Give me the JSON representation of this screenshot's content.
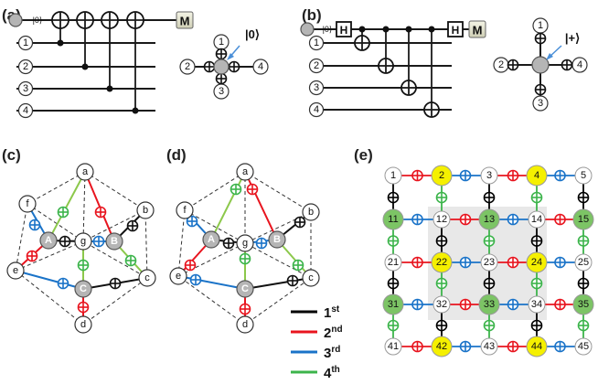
{
  "panels": {
    "a": "(a)",
    "b": "(b)",
    "c": "(c)",
    "d": "(d)",
    "e": "(e)"
  },
  "circuit_a": {
    "ancilla_label": "|0⟩",
    "qubits": [
      "1",
      "2",
      "3",
      "4"
    ],
    "measure_label": "M",
    "state_label": "|0⟩"
  },
  "circuit_b": {
    "ancilla_label": "|0⟩",
    "hadamard_label": "H",
    "qubits": [
      "1",
      "2",
      "3",
      "4"
    ],
    "measure_label": "M",
    "state_label": "|+⟩"
  },
  "cube_c": {
    "vertices": [
      "a",
      "b",
      "c",
      "d",
      "e",
      "f",
      "g"
    ],
    "ancillas": [
      "A",
      "B",
      "C"
    ]
  },
  "cube_d": {
    "vertices": [
      "a",
      "b",
      "c",
      "d",
      "e",
      "f",
      "g"
    ],
    "ancillas": [
      "A",
      "B",
      "C"
    ]
  },
  "legend": [
    {
      "num": "1",
      "sup": "st",
      "color": "#000000"
    },
    {
      "num": "2",
      "sup": "nd",
      "color": "#e8141e"
    },
    {
      "num": "3",
      "sup": "rd",
      "color": "#1a73c8"
    },
    {
      "num": "4",
      "sup": "th",
      "color": "#3cb44b"
    }
  ],
  "lattice": {
    "rows": [
      [
        "1",
        "2",
        "3",
        "4",
        "5"
      ],
      [
        "11",
        "12",
        "13",
        "14",
        "15"
      ],
      [
        "21",
        "22",
        "23",
        "24",
        "25"
      ],
      [
        "31",
        "32",
        "33",
        "34",
        "35"
      ],
      [
        "41",
        "42",
        "43",
        "44",
        "45"
      ]
    ],
    "node_colors": {
      "white": "#ffffff",
      "yellow": "#f5f000",
      "green": "#7cc465",
      "shade": "#e8e8e8"
    }
  },
  "colors": {
    "black": "#000000",
    "red": "#e8141e",
    "blue": "#1a73c8",
    "green": "#3cb44b",
    "gray": "#b5b5b5"
  }
}
